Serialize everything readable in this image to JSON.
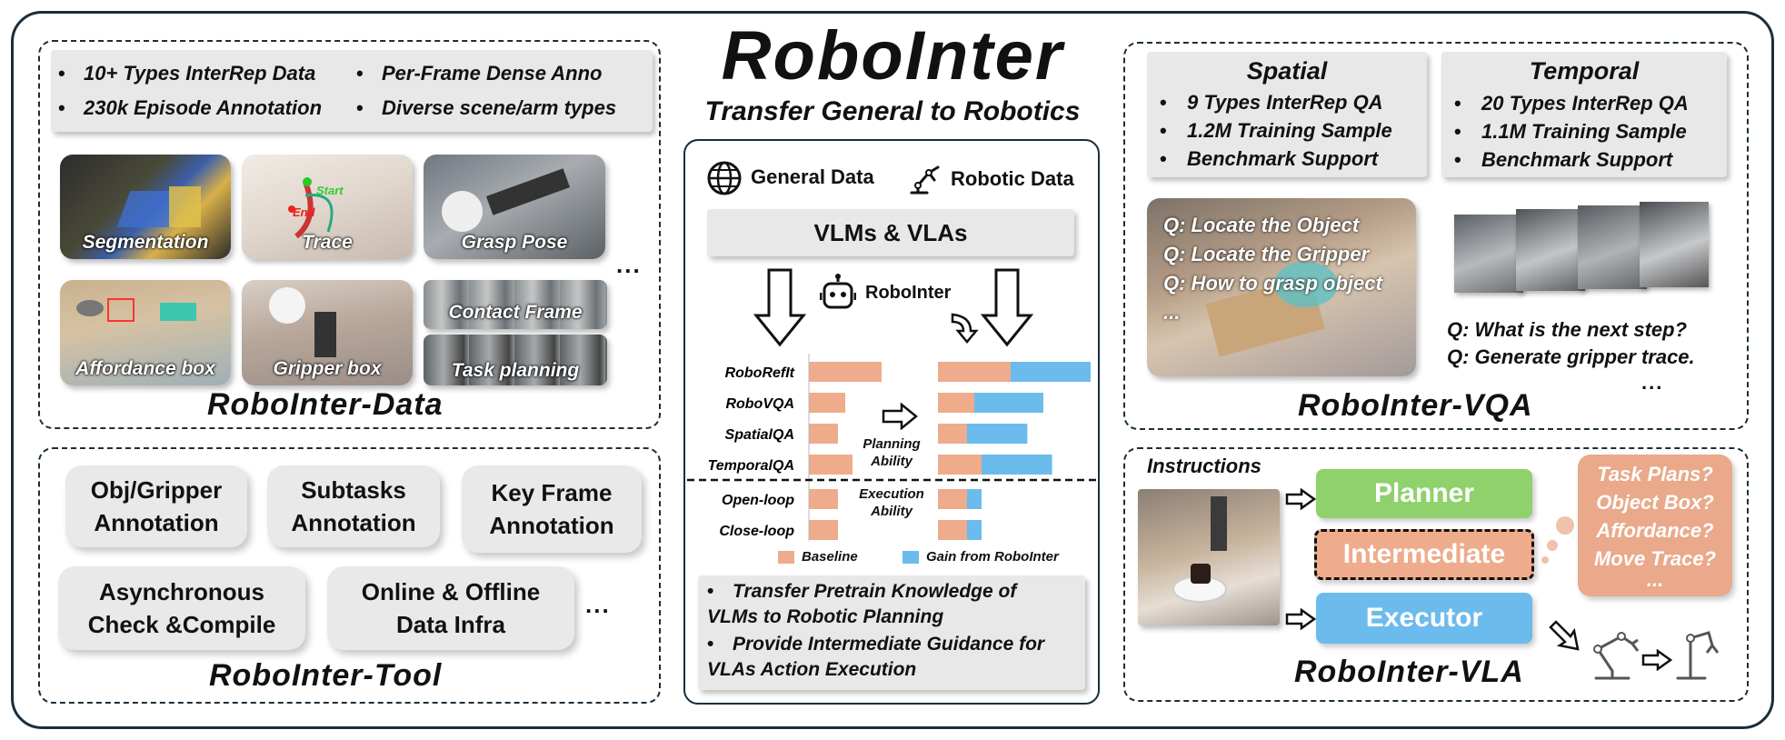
{
  "title": "RoboInter",
  "subtitle": "Transfer General to Robotics",
  "data_section": {
    "title": "RoboInter-Data",
    "features": [
      "10+ Types InterRep Data",
      "Per-Frame Dense Anno",
      "230k  Episode Annotation",
      "Diverse scene/arm types"
    ],
    "images": [
      "Segmentation",
      "Trace",
      "Grasp Pose",
      "Affordance box",
      "Gripper box",
      "Contact Frame",
      "Task planning"
    ],
    "trace_start": "Start",
    "trace_end": "End",
    "more": "..."
  },
  "tool_section": {
    "title": "RoboInter-Tool",
    "pills": [
      {
        "line1": "Obj/Gripper",
        "line2": "Annotation"
      },
      {
        "line1": "Subtasks",
        "line2": "Annotation"
      },
      {
        "line1": "Key Frame",
        "line2": "Annotation"
      },
      {
        "line1": "Asynchronous",
        "line2": "Check &Compile"
      },
      {
        "line1": "Online & Offline",
        "line2": "Data Infra"
      }
    ],
    "more": "..."
  },
  "center": {
    "general_data": "General Data",
    "robotic_data": "Robotic Data",
    "models": "VLMs & VLAs",
    "robointer_label": "RoboInter",
    "planning": "Planning Ability",
    "execution": "Execution Ability",
    "legend_baseline": "Baseline",
    "legend_gain": "Gain from RoboInter",
    "bullets": [
      "Transfer Pretrain Knowledge of VLMs  to Robotic Planning",
      "Provide Intermediate Guidance for VLAs  Action Execution"
    ]
  },
  "chart_data": {
    "type": "bar",
    "orientation": "horizontal",
    "stacked": true,
    "categories": [
      "RoboRefIt",
      "RoboVQA",
      "SpatialQA",
      "TemporalQA",
      "Open-loop",
      "Close-loop"
    ],
    "groups": {
      "Planning Ability": [
        "RoboRefIt",
        "RoboVQA",
        "SpatialQA",
        "TemporalQA"
      ],
      "Execution Ability": [
        "Open-loop",
        "Close-loop"
      ]
    },
    "baseline": [
      1.0,
      0.5,
      0.4,
      0.6,
      0.4,
      0.4
    ],
    "series": [
      {
        "name": "Baseline",
        "values": [
          1.0,
          0.5,
          0.4,
          0.6,
          0.4,
          0.4
        ],
        "color": "#eeac8c"
      },
      {
        "name": "Gain from RoboInter",
        "values": [
          1.1,
          0.95,
          0.83,
          0.97,
          0.2,
          0.2
        ],
        "color": "#6bbcec"
      }
    ],
    "grid": false,
    "legend": "bottom"
  },
  "vqa_section": {
    "title": "RoboInter-VQA",
    "spatial": {
      "title": "Spatial",
      "items": [
        "9 Types InterRep QA",
        "1.2M Training Sample",
        "Benchmark Support"
      ]
    },
    "temporal": {
      "title": "Temporal",
      "items": [
        "20 Types InterRep QA",
        "1.1M Training Sample",
        "Benchmark Support"
      ]
    },
    "spatial_q": [
      "Q: Locate the Object",
      "Q: Locate the Gripper",
      "Q: How to grasp object",
      "..."
    ],
    "temporal_q": [
      "Q: What is the next step?",
      "Q: Generate gripper trace."
    ],
    "more": "..."
  },
  "vla_section": {
    "title": "RoboInter-VLA",
    "instructions": "Instructions",
    "planner": "Planner",
    "intermediate": "Intermediate",
    "executor": "Executor",
    "questions": [
      "Task Plans?",
      "Object Box?",
      "Affordance?",
      "Move Trace?",
      "..."
    ]
  },
  "colors": {
    "border": "#1a2e3b",
    "planner": "#8fd16b",
    "intermediate": "#eeac8c",
    "executor": "#6bbcec",
    "baseline": "#eeac8c",
    "gain": "#6bbcec"
  },
  "icons": [
    "globe-icon",
    "robot-arm-icon",
    "robot-icon",
    "down-arrow-icon",
    "right-arrow-icon"
  ]
}
